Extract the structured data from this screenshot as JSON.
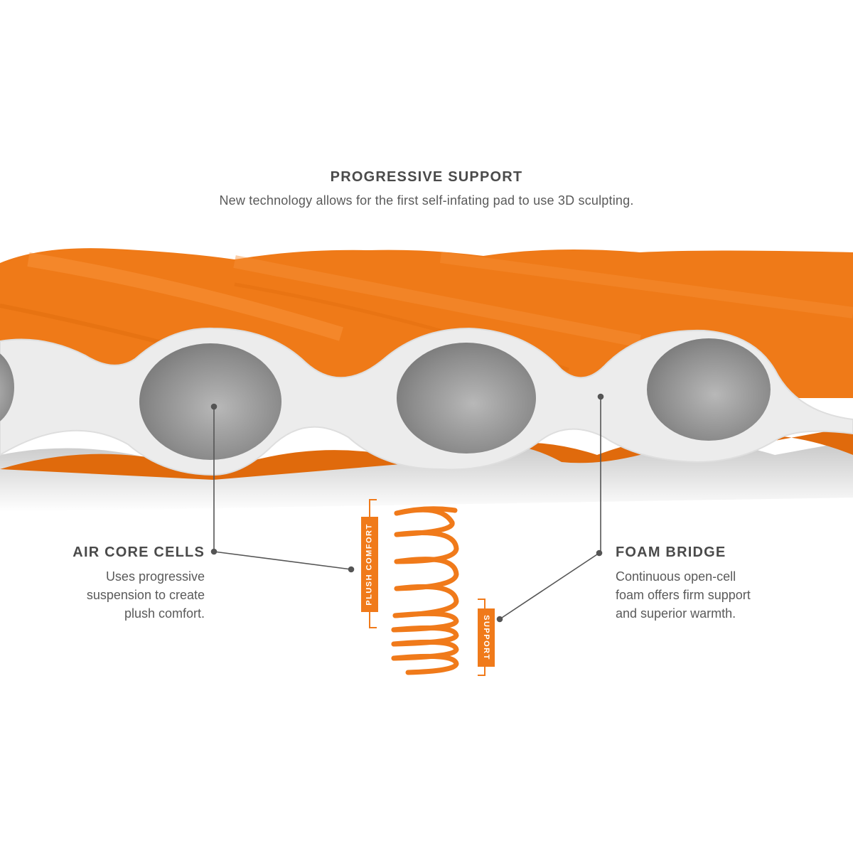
{
  "header": {
    "title": "PROGRESSIVE SUPPORT",
    "subtitle": "New technology allows for the first self-infating pad to use 3D sculpting."
  },
  "callouts": {
    "air_core": {
      "title": "AIR CORE CELLS",
      "body_lines": [
        "Uses progressive",
        "suspension to create",
        "plush comfort."
      ]
    },
    "foam_bridge": {
      "title": "FOAM BRIDGE",
      "body_lines": [
        "Continuous open-cell",
        "foam offers firm support",
        "and superior warmth."
      ]
    }
  },
  "spring_labels": {
    "plush": "PLUSH COMFORT",
    "support": "SUPPORT"
  },
  "colors": {
    "accent_orange": "#f07a1a",
    "foam": "#e6e6e6",
    "cell_interior": "#9a9a9a",
    "text_dark": "#4a4a4a",
    "leader_line": "#555555"
  }
}
